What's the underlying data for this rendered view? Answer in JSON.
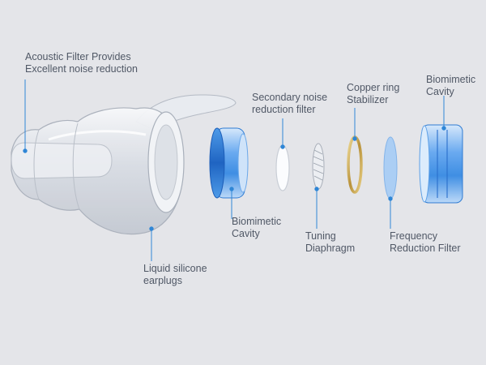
{
  "labels": {
    "acoustic_filter": {
      "line1": "Acoustic Filter Provides",
      "line2": "Excellent noise reduction"
    },
    "secondary_filter": {
      "line1": "Secondary noise",
      "line2": "reduction filter"
    },
    "copper_ring": {
      "line1": "Copper ring",
      "line2": "Stabilizer"
    },
    "biomimetic_cavity_right": {
      "line1": "Biomimetic",
      "line2": "Cavity"
    },
    "biomimetic_cavity_left": {
      "line1": "Biomimetic",
      "line2": "Cavity"
    },
    "tuning_diaphragm": {
      "line1": "Tuning",
      "line2": "Diaphragm"
    },
    "frequency_filter": {
      "line1": "Frequency",
      "line2": "Reduction Filter"
    },
    "silicone_earplugs": {
      "line1": "Liquid silicone",
      "line2": "earplugs"
    }
  },
  "colors": {
    "background": "#e4e5e9",
    "leader_line": "#2f86d6",
    "label_text": "#505866",
    "cavity_blue": "#3f8ee3",
    "copper": "#c9a445",
    "frequency_filter": "#a9cdf5"
  }
}
